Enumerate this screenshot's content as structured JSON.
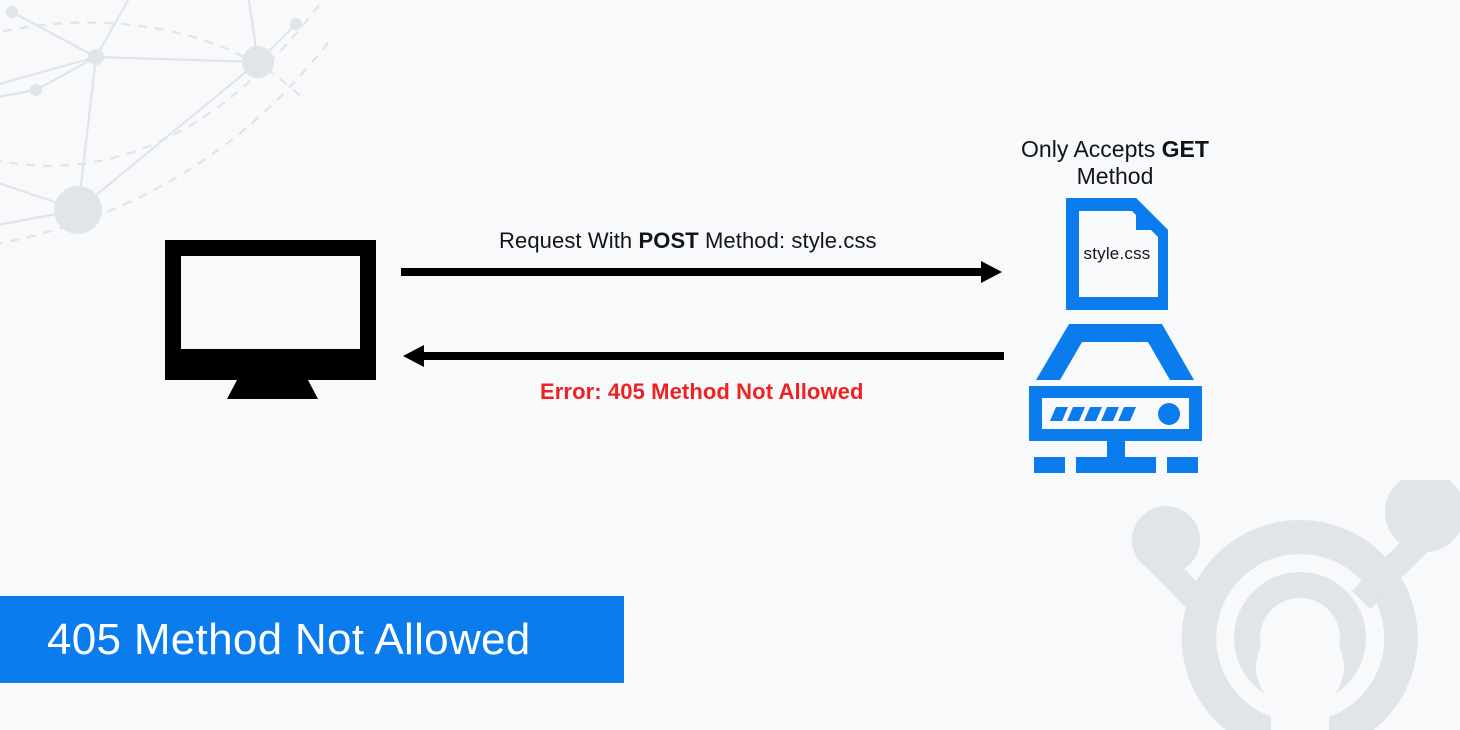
{
  "theme": {
    "background": "#f7f9fb",
    "accent_blue": "#0b7ced",
    "error_red": "#ee2222",
    "ink": "#111418",
    "decoration_gray": "#e1e4e8"
  },
  "diagram": {
    "title": "405 Method Not Allowed request flow",
    "client": {
      "icon": "desktop-monitor-icon",
      "color": "#000000"
    },
    "request": {
      "label_prefix": "Request With ",
      "label_method": "POST",
      "label_suffix": " Method: style.css",
      "full_label": "Request With POST Method: style.css",
      "direction": "client-to-server",
      "arrow_icon": "arrow-right-icon"
    },
    "response": {
      "label": "Error: 405 Method Not Allowed",
      "direction": "server-to-client",
      "arrow_icon": "arrow-left-icon",
      "color": "#ee2222"
    },
    "server": {
      "note_line1_prefix": "Only Accepts ",
      "note_line1_method": "GET",
      "note_line2": "Method",
      "note_full": "Only Accepts GET Method",
      "file": {
        "icon": "file-document-icon",
        "name": "style.css"
      },
      "icon": "server-rack-icon",
      "color": "#0b7ced"
    }
  },
  "banner": {
    "text": "405 Method Not Allowed",
    "background": "#0b7ced",
    "text_color": "#ffffff"
  },
  "decorations": {
    "top_left": "network-graph-decoration",
    "bottom_right": "hub-keyhole-watermark"
  }
}
